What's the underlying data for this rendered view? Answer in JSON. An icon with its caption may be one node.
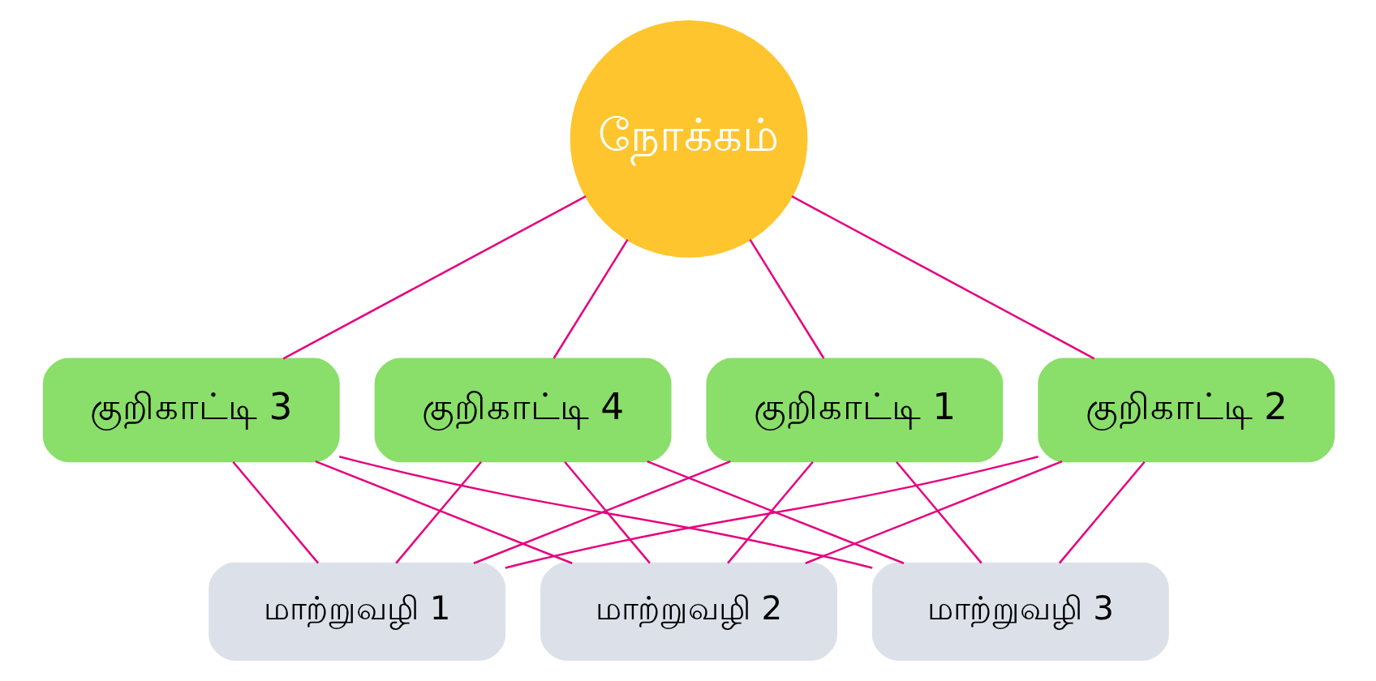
{
  "diagram": {
    "nodes": [
      {
        "text": [
          "நோக்கம்"
        ]
      },
      {
        "text": [
          "குறிகாட்டி 1"
        ]
      },
      {
        "text": [
          "குறிகாட்டி 2"
        ]
      },
      {
        "text": [
          "குறிகாட்டி 3"
        ]
      },
      {
        "text": [
          "குறிகாட்டி 4"
        ]
      },
      {
        "text": [
          "மாற்றுவழி 1"
        ]
      },
      {
        "text": [
          "மாற்றுவழி 2"
        ]
      },
      {
        "text": [
          "மாற்றுவழி 3"
        ]
      }
    ],
    "edges": [
      {
        "from": 0,
        "to": 1,
        "arrow": "none"
      },
      {
        "from": 0,
        "to": 2,
        "arrow": "none"
      },
      {
        "from": 0,
        "to": 3,
        "arrow": "none"
      },
      {
        "from": 0,
        "to": 4,
        "arrow": "none"
      },
      {
        "from": 1,
        "to": 5,
        "arrow": "none"
      },
      {
        "from": 1,
        "to": 6,
        "arrow": "none"
      },
      {
        "from": 1,
        "to": 7,
        "arrow": "none"
      },
      {
        "from": 2,
        "to": 5,
        "arrow": "none"
      },
      {
        "from": 2,
        "to": 6,
        "arrow": "none"
      },
      {
        "from": 2,
        "to": 7,
        "arrow": "none"
      },
      {
        "from": 3,
        "to": 5,
        "arrow": "none"
      },
      {
        "from": 3,
        "to": 6,
        "arrow": "none"
      },
      {
        "from": 3,
        "to": 7,
        "arrow": "none"
      },
      {
        "from": 4,
        "to": 5,
        "arrow": "none"
      },
      {
        "from": 4,
        "to": 6,
        "arrow": "none"
      },
      {
        "from": 4,
        "to": 7,
        "arrow": "none"
      }
    ]
  }
}
